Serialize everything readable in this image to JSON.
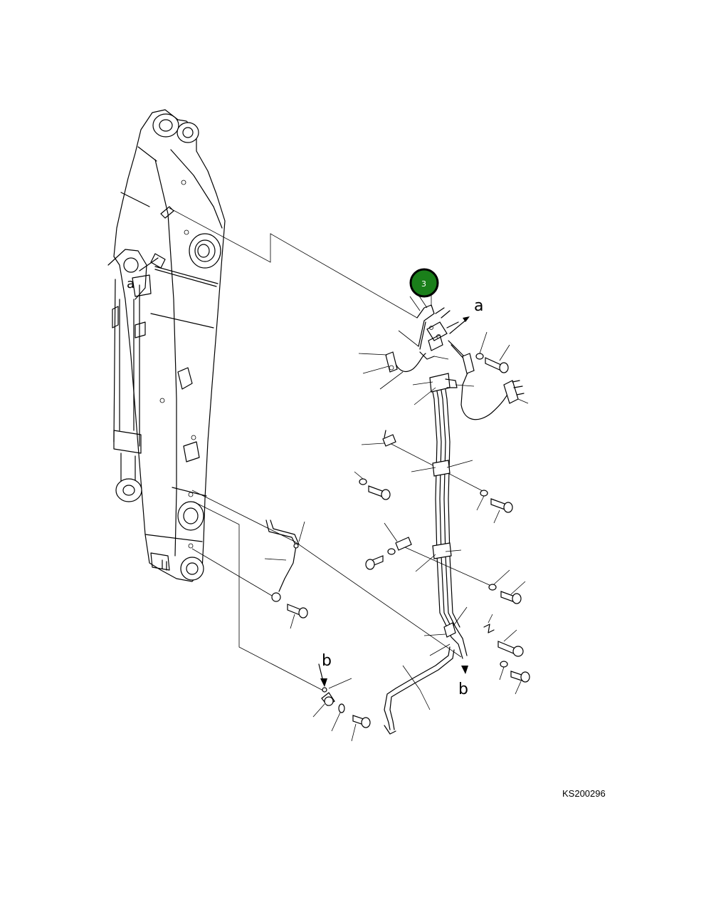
{
  "callout": {
    "number": "3",
    "color": "#1a7f1a",
    "ring": "#000000"
  },
  "letters": {
    "a": "a",
    "b": "b"
  },
  "drawing_code": "KS200296"
}
